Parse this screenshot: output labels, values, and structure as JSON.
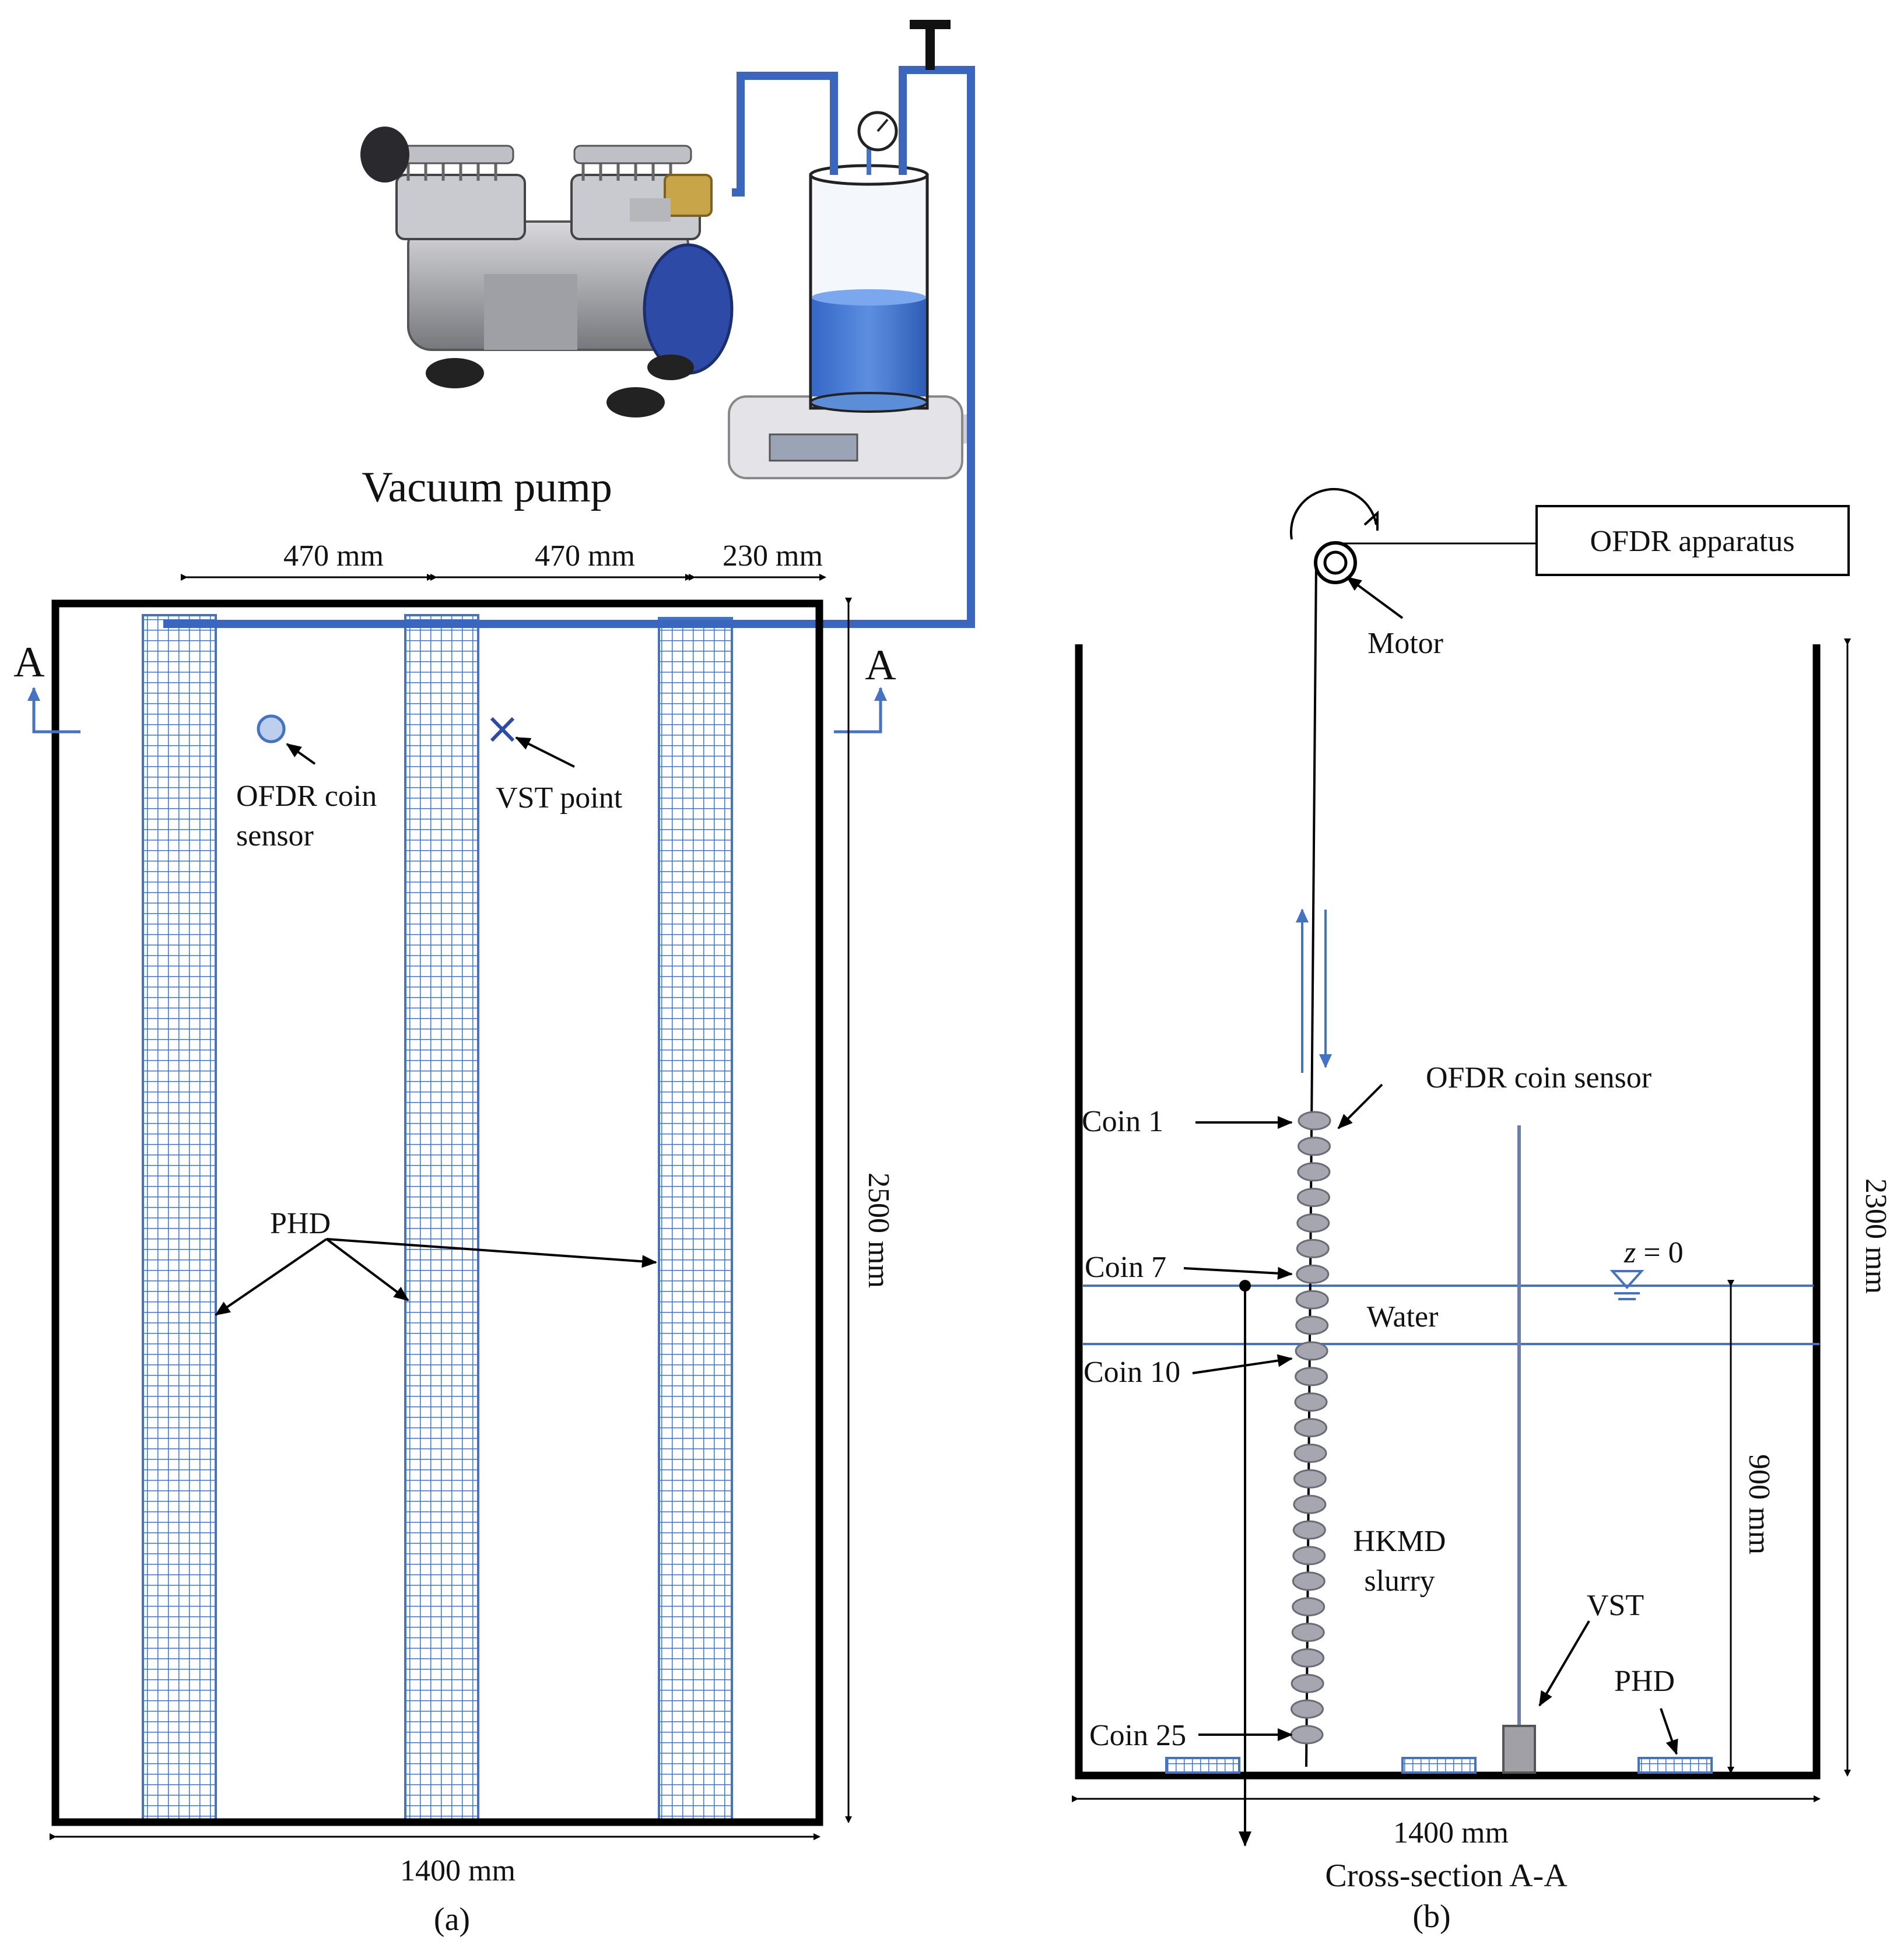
{
  "panel_a": {
    "pump_label": "Vacuum pump",
    "dim_top_1": "470 mm",
    "dim_top_2": "470 mm",
    "dim_top_3": "230 mm",
    "section_mark_left": "A",
    "section_mark_right": "A",
    "coin_sensor_label_line1": "OFDR coin",
    "coin_sensor_label_line2": "sensor",
    "vst_point_label": "VST point",
    "phd_label": "PHD",
    "height_dim": "2500 mm",
    "width_dim": "1400 mm",
    "caption": "(a)"
  },
  "panel_b": {
    "ofdr_apparatus_label": "OFDR apparatus",
    "motor_label": "Motor",
    "coin_sensor_label": "OFDR coin sensor",
    "coin_1": "Coin 1",
    "coin_7": "Coin 7",
    "coin_10": "Coin 10",
    "coin_25": "Coin 25",
    "z_label_var": "z",
    "z_label_rest": " = 0",
    "water_label": "Water",
    "slurry_line1": "HKMD",
    "slurry_line2": "slurry",
    "vst_label": "VST",
    "phd_label": "PHD",
    "depth_dim": "900 mm",
    "height_dim": "2300 mm",
    "width_dim": "1400 mm",
    "title": "Cross-section A-A",
    "caption": "(b)",
    "coin_count": 25
  },
  "colors": {
    "accent_blue": "#4472C4",
    "pipe_blue": "#3B66C0",
    "line_black": "#000000",
    "coin_grey": "#A6A6B0",
    "water_blue": "#5B8ED6"
  }
}
